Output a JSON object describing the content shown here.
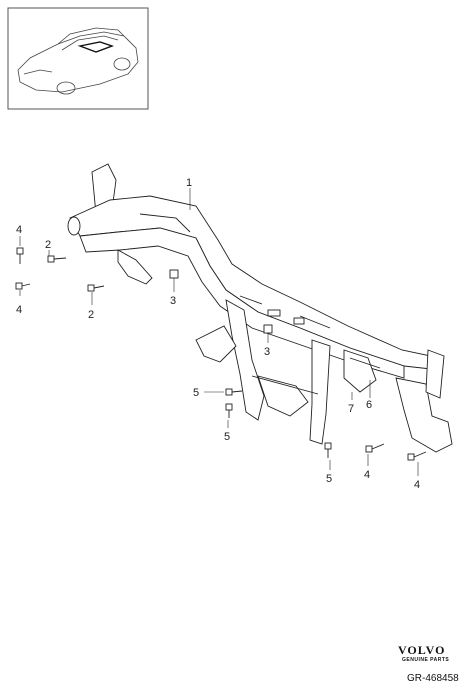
{
  "callouts": [
    {
      "id": "c1a",
      "text": "1"
    },
    {
      "id": "c4a",
      "text": "4"
    },
    {
      "id": "c2a",
      "text": "2"
    },
    {
      "id": "c4b",
      "text": "4"
    },
    {
      "id": "c3a",
      "text": "3"
    },
    {
      "id": "c2b",
      "text": "2"
    },
    {
      "id": "c3b",
      "text": "3"
    },
    {
      "id": "c5a",
      "text": "5"
    },
    {
      "id": "c5b",
      "text": "5"
    },
    {
      "id": "c7a",
      "text": "7"
    },
    {
      "id": "c6a",
      "text": "6"
    },
    {
      "id": "c5c",
      "text": "5"
    },
    {
      "id": "c4c",
      "text": "4"
    },
    {
      "id": "c4d",
      "text": "4"
    }
  ],
  "brand": {
    "logo": "VOLVO",
    "subtitle": "GENUINE PARTS"
  },
  "reference_code": "GR-468458",
  "colors": {
    "line": "#222222",
    "frame": "#555555",
    "background": "#ffffff"
  }
}
